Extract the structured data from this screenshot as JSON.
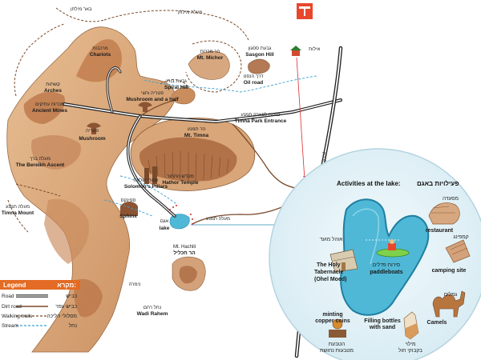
{
  "map": {
    "colors": {
      "mountain": "#d9a679",
      "mountain_dark": "#a9683f",
      "lake": "#4fb8d6",
      "circle": "#e4f2f7",
      "accent": "#e8472c",
      "arrow_marker": "#e02a2a",
      "legend_header": "#e36b24"
    },
    "top_labels": {
      "bear_milhan": "באר מילחן",
      "maale_milhan": "מעלה מילחן"
    },
    "sites": {
      "chariots": {
        "he": "מרכבות",
        "en": "Chariots"
      },
      "mt_michor": {
        "he": "הר מכרות",
        "en": "Mt. Michor"
      },
      "sasgon_hill": {
        "he": "גבעת ססגון",
        "en": "Sasgon Hill"
      },
      "oil_road": {
        "he": "דרך הנפט",
        "en": "Oil road"
      },
      "eilot": {
        "he": "אילות"
      },
      "arches": {
        "he": "קשתות",
        "en": "Arches"
      },
      "spiral_hill": {
        "he": "גבעת בורג",
        "en": "Spiral Hill"
      },
      "mushroom_half": {
        "he": "פטריה וחצי",
        "en": "Mushroom and a half"
      },
      "ancient_mines": {
        "he": "מכרות עתיקים",
        "en": "Ancient Mines"
      },
      "park_entrance": {
        "he": "כניסה לפארק תמנע",
        "en": "Timna Park Entrance"
      },
      "mt_timna": {
        "he": "הר תמנע",
        "en": "Mt. Timna"
      },
      "mushroom": {
        "he": "פטריה",
        "en": "Mushroom"
      },
      "bereikh_ascent": {
        "he": "מעלה ברך",
        "en": "The Bereikh Ascent"
      },
      "solomons_pillars": {
        "he": "עמודי שלמה",
        "en": "Solomon's Pillars"
      },
      "hathor_temple": {
        "he": "מקדש החתור",
        "en": "Hathor Temple"
      },
      "sphinx": {
        "he": "ספינקס",
        "en": "Sphinx"
      },
      "lake": {
        "he": "אגם",
        "en": "lake"
      },
      "maalat_timna": {
        "he": "מעלה תמנע"
      },
      "timna_mount": {
        "he": "מעלה תמנע",
        "en": "Timna Mount"
      },
      "mt_hachlil": {
        "he": "הר חכליל",
        "en": "Mt. Hachlil"
      },
      "nimra": {
        "he": "נימרה"
      },
      "wadi_rahem": {
        "he": "נחל רחם",
        "en": "Wadi Rahem"
      },
      "jamna": {
        "he": "נחל"
      },
      "highway": {
        "he": "כביש הערבה"
      }
    },
    "legend": {
      "title_he": "מקרא:",
      "title_en": "Legend",
      "items": [
        {
          "he": "כביש",
          "en": "Road",
          "style": "road"
        },
        {
          "he": "כביש עפר",
          "en": "Dirt road",
          "style": "dirt"
        },
        {
          "he": "מסלולי הליכה",
          "en": "Walking trails",
          "style": "trail"
        },
        {
          "he": "נחל",
          "en": "Stream",
          "style": "stream"
        }
      ]
    },
    "lake_inset": {
      "title_en": "Activities at the lake:",
      "title_he": "פעילויות באגם",
      "activities": {
        "restaurant": {
          "he": "מסעדה",
          "en": "restaurant"
        },
        "camping": {
          "he": "קמפינג",
          "en": "camping site"
        },
        "camels": {
          "he": "גמלים",
          "en": "Camels"
        },
        "tabernacle": {
          "he": "אוהל מועד",
          "en_1": "The Holy",
          "en_2": "Tabernacle",
          "en_3": "(Ohel Moed)"
        },
        "paddleboats": {
          "he": "סירות פדלים",
          "en": "paddleboats"
        },
        "minting": {
          "en_1": "minting",
          "en_2": "copper coins",
          "he_1": "הטבעת",
          "he_2": "מטבעות נחושת"
        },
        "bottles": {
          "en_1": "Filling bottles",
          "en_2": "with sand",
          "he_1": "מילוי",
          "he_2": "בקבוקי חול"
        }
      }
    }
  }
}
